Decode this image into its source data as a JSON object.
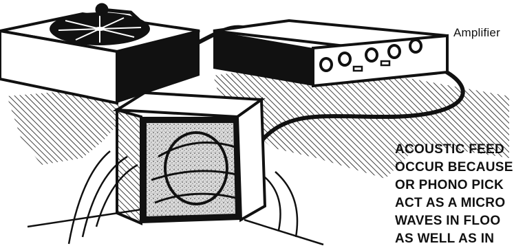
{
  "labels": {
    "amplifier": "Amplifier"
  },
  "caption": {
    "lines": [
      "ACOUSTIC FEED",
      "OCCUR BECAUSE",
      "OR PHONO PICK",
      "ACT AS A MICRO",
      "WAVES IN FLOO",
      "AS WELL AS IN"
    ]
  },
  "colors": {
    "ink": "#111111",
    "paper": "#ffffff"
  }
}
